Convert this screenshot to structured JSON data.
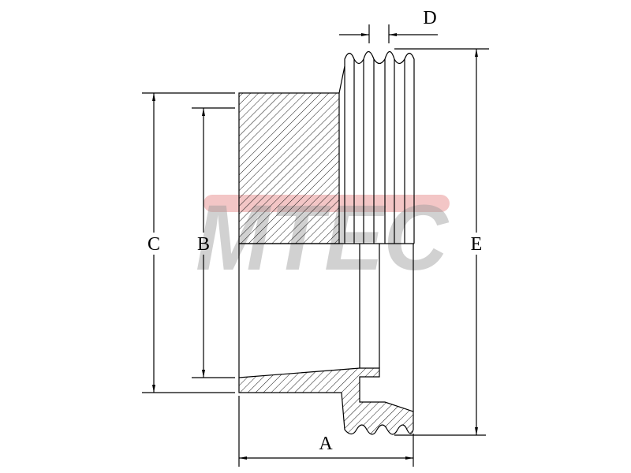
{
  "drawing": {
    "labels": {
      "A": "A",
      "B": "B",
      "C": "C",
      "D": "D",
      "E": "E"
    },
    "watermark": {
      "text": "MTEC",
      "accent_color": "#e07070",
      "text_color": "#9a9a9a"
    }
  }
}
